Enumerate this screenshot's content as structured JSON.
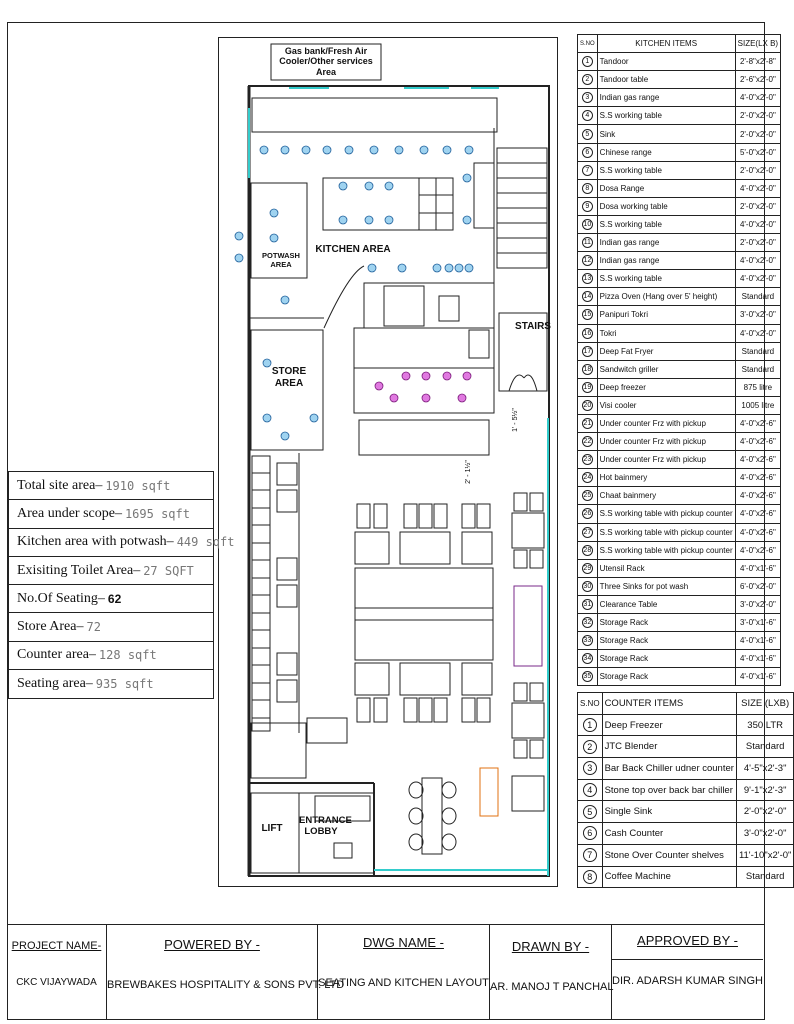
{
  "plan": {
    "labels": {
      "services": "Gas bank/Fresh Air\nCooler/Other services Area",
      "kitchen": "KITCHEN AREA",
      "potwash": "POTWASH\nAREA",
      "store": "STORE\nAREA",
      "stairs": "STAIRS",
      "lift": "LIFT",
      "entrance": "ENTRANCE\nLOBBY",
      "dim1": "1' - 5½\"",
      "dim2": "2' - 1½\""
    }
  },
  "areas": [
    {
      "label": "Total site area–",
      "value": "1910 sqft"
    },
    {
      "label": "Area under scope–",
      "value": "1695 sqft"
    },
    {
      "label": "Kitchen area with potwash–",
      "value": "449 sqft"
    },
    {
      "label": "Exisiting Toilet Area–",
      "value": "27 SQFT"
    },
    {
      "label": "No.Of Seating–",
      "value": "62"
    },
    {
      "label": "Store Area–",
      "value": "72"
    },
    {
      "label": "Counter area–",
      "value": "128 sqft"
    },
    {
      "label": "Seating area–",
      "value": "935 sqft"
    }
  ],
  "kitchen_table": {
    "headers": [
      "S.NO",
      "KITCHEN ITEMS",
      "SIZE(LX B)"
    ],
    "rows": [
      {
        "no": "1",
        "item": "Tandoor",
        "size": "2'-8\"x2'-8\""
      },
      {
        "no": "2",
        "item": "Tandoor table",
        "size": "2'-6\"x2'-0\""
      },
      {
        "no": "3",
        "item": "Indian gas range",
        "size": "4'-0\"x2'-0\""
      },
      {
        "no": "4",
        "item": "S.S working table",
        "size": "2'-0\"x2'-0\""
      },
      {
        "no": "5",
        "item": "Sink",
        "size": "2'-0\"x2'-0\""
      },
      {
        "no": "6",
        "item": "Chinese range",
        "size": "5'-0\"x2'-0\""
      },
      {
        "no": "7",
        "item": "S.S working table",
        "size": "2'-0\"x2'-0\""
      },
      {
        "no": "8",
        "item": "Dosa Range",
        "size": "4'-0\"x2'-0\""
      },
      {
        "no": "9",
        "item": "Dosa  working table",
        "size": "2'-0\"x2'-0\""
      },
      {
        "no": "10",
        "item": "S.S working table",
        "size": "4'-0\"x2'-0\""
      },
      {
        "no": "11",
        "item": "Indian gas range",
        "size": "2'-0\"x2'-0\""
      },
      {
        "no": "12",
        "item": "Indian gas range",
        "size": "4'-0\"x2'-0\""
      },
      {
        "no": "13",
        "item": "S.S working table",
        "size": "4'-0\"x2'-0\""
      },
      {
        "no": "14",
        "item": "Pizza Oven (Hang over 5' height)",
        "size": "Standard"
      },
      {
        "no": "15",
        "item": "Panipuri Tokri",
        "size": "3'-0\"x2'-0\""
      },
      {
        "no": "16",
        "item": "Tokri",
        "size": "4'-0\"x2'-0\""
      },
      {
        "no": "17",
        "item": "Deep Fat Fryer",
        "size": "Standard"
      },
      {
        "no": "18",
        "item": "Sandwitch griller",
        "size": "Standard"
      },
      {
        "no": "19",
        "item": "Deep freezer",
        "size": "875 litre"
      },
      {
        "no": "20",
        "item": "Visi cooler",
        "size": "1005 litre"
      },
      {
        "no": "21",
        "item": "Under counter Frz with pickup",
        "size": "4'-0\"x2'-6\""
      },
      {
        "no": "22",
        "item": "Under counter Frz with pickup",
        "size": "4'-0\"x2'-6\""
      },
      {
        "no": "23",
        "item": "Under counter Frz with pickup",
        "size": "4'-0\"x2'-6\""
      },
      {
        "no": "24",
        "item": "Hot bainmery",
        "size": "4'-0\"x2'-6\""
      },
      {
        "no": "25",
        "item": "Chaat bainmery",
        "size": "4'-0\"x2'-6\""
      },
      {
        "no": "26",
        "item": "S.S working table with pickup counter",
        "size": "4'-0\"x2'-6\""
      },
      {
        "no": "27",
        "item": "S.S working table with pickup counter",
        "size": "4'-0\"x2'-6\""
      },
      {
        "no": "28",
        "item": "S.S working table with pickup counter",
        "size": "4'-0\"x2'-6\""
      },
      {
        "no": "29",
        "item": "Utensil Rack",
        "size": "4'-0\"x1'-6\""
      },
      {
        "no": "30",
        "item": "Three Sinks for pot wash",
        "size": "6'-0\"x2'-0\""
      },
      {
        "no": "31",
        "item": "Clearance Table",
        "size": "3'-0\"x2'-0\""
      },
      {
        "no": "32",
        "item": "Storage Rack",
        "size": "3'-0\"x1'-6\""
      },
      {
        "no": "33",
        "item": "Storage Rack",
        "size": "4'-0\"x1'-6\""
      },
      {
        "no": "34",
        "item": "Storage Rack",
        "size": "4'-0\"x1'-6\""
      },
      {
        "no": "35",
        "item": "Storage Rack",
        "size": "4'-0\"x1'-6\""
      }
    ]
  },
  "counter_table": {
    "headers": [
      "S.NO",
      "COUNTER ITEMS",
      "SIZE (LXB)"
    ],
    "rows": [
      {
        "no": "1",
        "item": "Deep Freezer",
        "size": "350 LTR"
      },
      {
        "no": "2",
        "item": "JTC Blender",
        "size": "Standard"
      },
      {
        "no": "3",
        "item": "Bar Back Chiller udner counter",
        "size": "4'-5\"x2'-3\""
      },
      {
        "no": "4",
        "item": "Stone top over back bar chiller",
        "size": "9'-1\"x2'-3\""
      },
      {
        "no": "5",
        "item": "Single Sink",
        "size": "2'-0\"x2'-0\""
      },
      {
        "no": "6",
        "item": "Cash Counter",
        "size": "3'-0\"x2'-0\""
      },
      {
        "no": "7",
        "item": "Stone Over Counter shelves",
        "size": "11'-10\"x2'-0\""
      },
      {
        "no": "8",
        "item": "Coffee Machine",
        "size": "Standard"
      }
    ]
  },
  "title_block": {
    "project": {
      "head": "PROJECT NAME-",
      "value": "CKC VIJAYWADA"
    },
    "powered": {
      "head": "POWERED BY -",
      "value": "BREWBAKES HOSPITALITY & SONS PVT. LTD"
    },
    "dwg": {
      "head": "DWG NAME -",
      "value": "SEATING AND KITCHEN  LAYOUT"
    },
    "drawn": {
      "head": "DRAWN BY -",
      "value": "AR. MANOJ T PANCHAL"
    },
    "approved": {
      "head": "APPROVED BY -",
      "value": "DIR. ADARSH KUMAR SINGH"
    }
  }
}
